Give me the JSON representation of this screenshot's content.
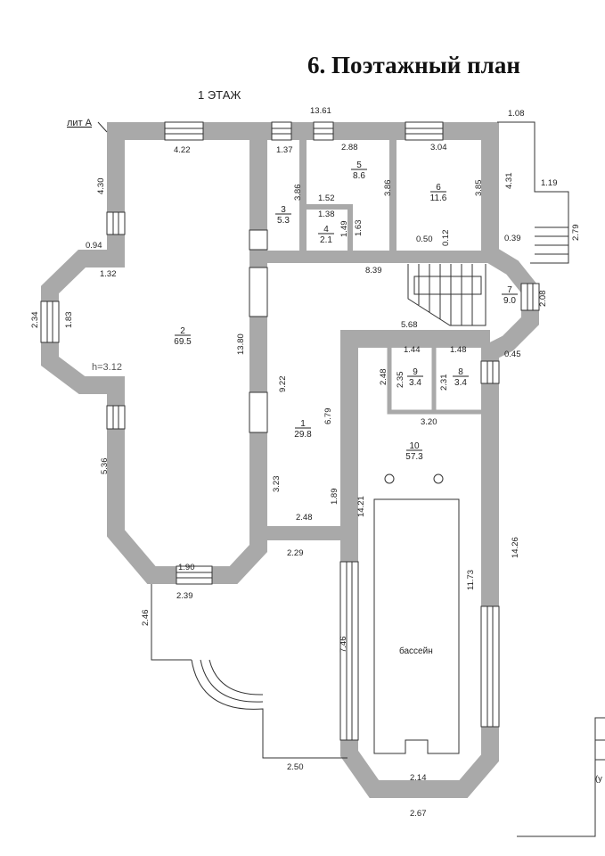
{
  "page_title": "6. Поэтажный план",
  "floor_label": "1 ЭТАЖ",
  "building_label": "лит А",
  "height_label": "h=3.12",
  "pool_label": "бассейн",
  "stamp_text": "(у",
  "rooms": [
    {
      "number": "1",
      "area": "29.8"
    },
    {
      "number": "2",
      "area": "69.5"
    },
    {
      "number": "3",
      "area": "5.3"
    },
    {
      "number": "4",
      "area": "2.1"
    },
    {
      "number": "5",
      "area": "8.6"
    },
    {
      "number": "6",
      "area": "11.6"
    },
    {
      "number": "7",
      "area": "9.0"
    },
    {
      "number": "8",
      "area": "3.4"
    },
    {
      "number": "9",
      "area": "3.4"
    },
    {
      "number": "10",
      "area": "57.3"
    }
  ],
  "dimensions": [
    "13.61",
    "1.08",
    "4.22",
    "1.37",
    "2.88",
    "3.04",
    "4.30",
    "3.86",
    "3.86",
    "3.85",
    "4.31",
    "1.19",
    "1.52",
    "1.38",
    "1.49",
    "1.63",
    "0.50",
    "0.12",
    "0.39",
    "2.79",
    "0.94",
    "1.32",
    "8.39",
    "2.08",
    "2.34",
    "1.83",
    "13.80",
    "5.68",
    "1.44",
    "1.48",
    "0.45",
    "2.48",
    "2.35",
    "2.31",
    "9.22",
    "6.79",
    "3.20",
    "5.36",
    "3.23",
    "1.89",
    "14.21",
    "14.26",
    "2.48",
    "2.29",
    "11.73",
    "1.90",
    "2.39",
    "2.46",
    "7.46",
    "2.50",
    "2.14",
    "2.67"
  ]
}
